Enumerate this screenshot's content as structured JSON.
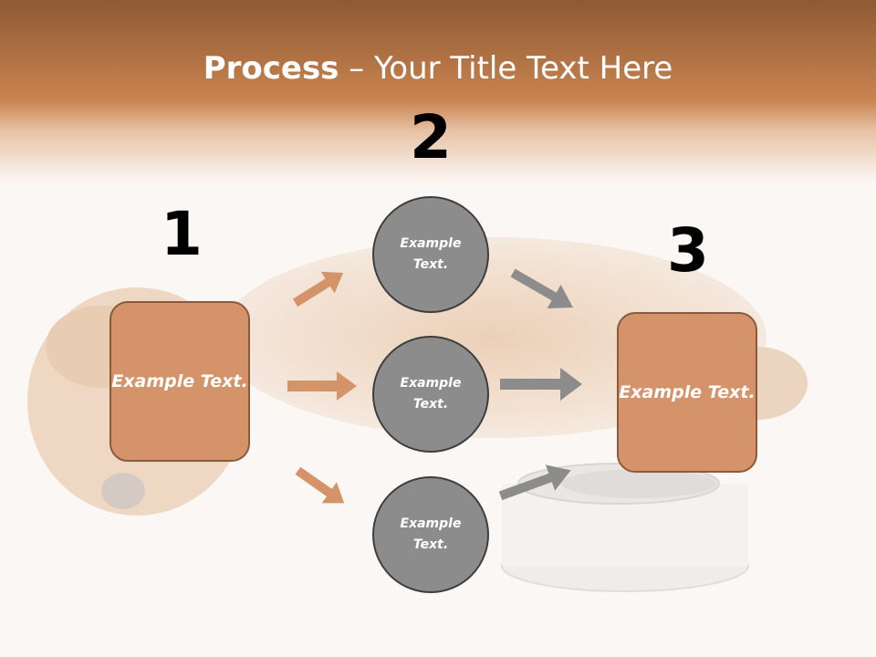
{
  "title": {
    "bold": "Process",
    "rest": " – Your Title Text Here"
  },
  "numbers": {
    "one": "1",
    "two": "2",
    "three": "3"
  },
  "boxes": {
    "left": "Example Text.",
    "right": "Example Text."
  },
  "circles": {
    "top": "Example Text.",
    "middle": "Example Text.",
    "bottom": "Example Text."
  },
  "colors": {
    "header_band": "#c98450",
    "box_fill": "#d5936a",
    "box_border": "#8a5a3c",
    "circle_fill": "#8c8c8c",
    "circle_border": "#3e3e3e",
    "arrow_orange": "#d5936a",
    "arrow_gray": "#8c8c8c"
  }
}
